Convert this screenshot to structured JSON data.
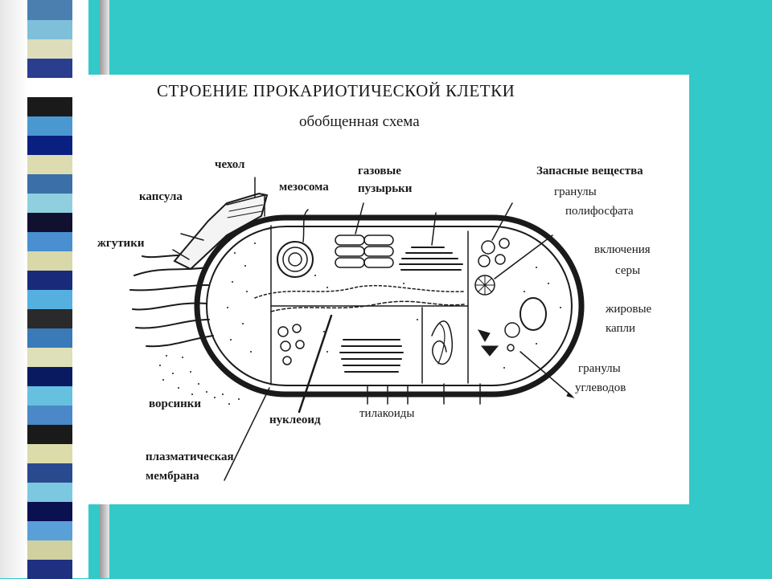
{
  "slide": {
    "background_color": "#33c9c9",
    "stripe_colors": [
      "#4a7fb0",
      "#7fbfda",
      "#ddddbb",
      "#2a3d8f",
      "#ffffff",
      "#1a1a1a",
      "#4a98d0",
      "#0a2080",
      "#dcdcb0",
      "#3a6fa8",
      "#8fcfe0",
      "#101030",
      "#4a8fd0",
      "#d8d8a8",
      "#1a2a7a",
      "#55b0e0",
      "#2a2a2a",
      "#3a7ab8",
      "#dde0b8",
      "#0a1a60",
      "#66c0e0",
      "#4a88c8",
      "#1a1a1a",
      "#dcdcaa",
      "#2a4a90",
      "#7cc8e0",
      "#0a1050",
      "#5aa0d8",
      "#d0d0a0",
      "#203080"
    ]
  },
  "figure": {
    "title": "СТРОЕНИЕ  ПРОКАРИОТИЧЕСКОЙ  КЛЕТКИ",
    "subtitle": "обобщенная схема",
    "labels": {
      "chekhol": "чехол",
      "mezosoma": "мезосома",
      "gazovye": "газовые",
      "puzyrki": "пузырьки",
      "zapasnye": "Запасные вещества",
      "granuly": "гранулы",
      "polifosfata": "полифосфата",
      "kapsula": "капсула",
      "zhgutiki": "жгутики",
      "vklyucheniya": "включения",
      "sery": "серы",
      "zhirovye": "жировые",
      "kapli": "капли",
      "granuly2": "гранулы",
      "uglevodov": "углеводов",
      "vorsinki": "ворсинки",
      "nukleoid": "нуклеоид",
      "tilakoidy": "тилакоиды",
      "plazmaticheskaya": "плазматическая",
      "membrana": "мембрана"
    }
  }
}
